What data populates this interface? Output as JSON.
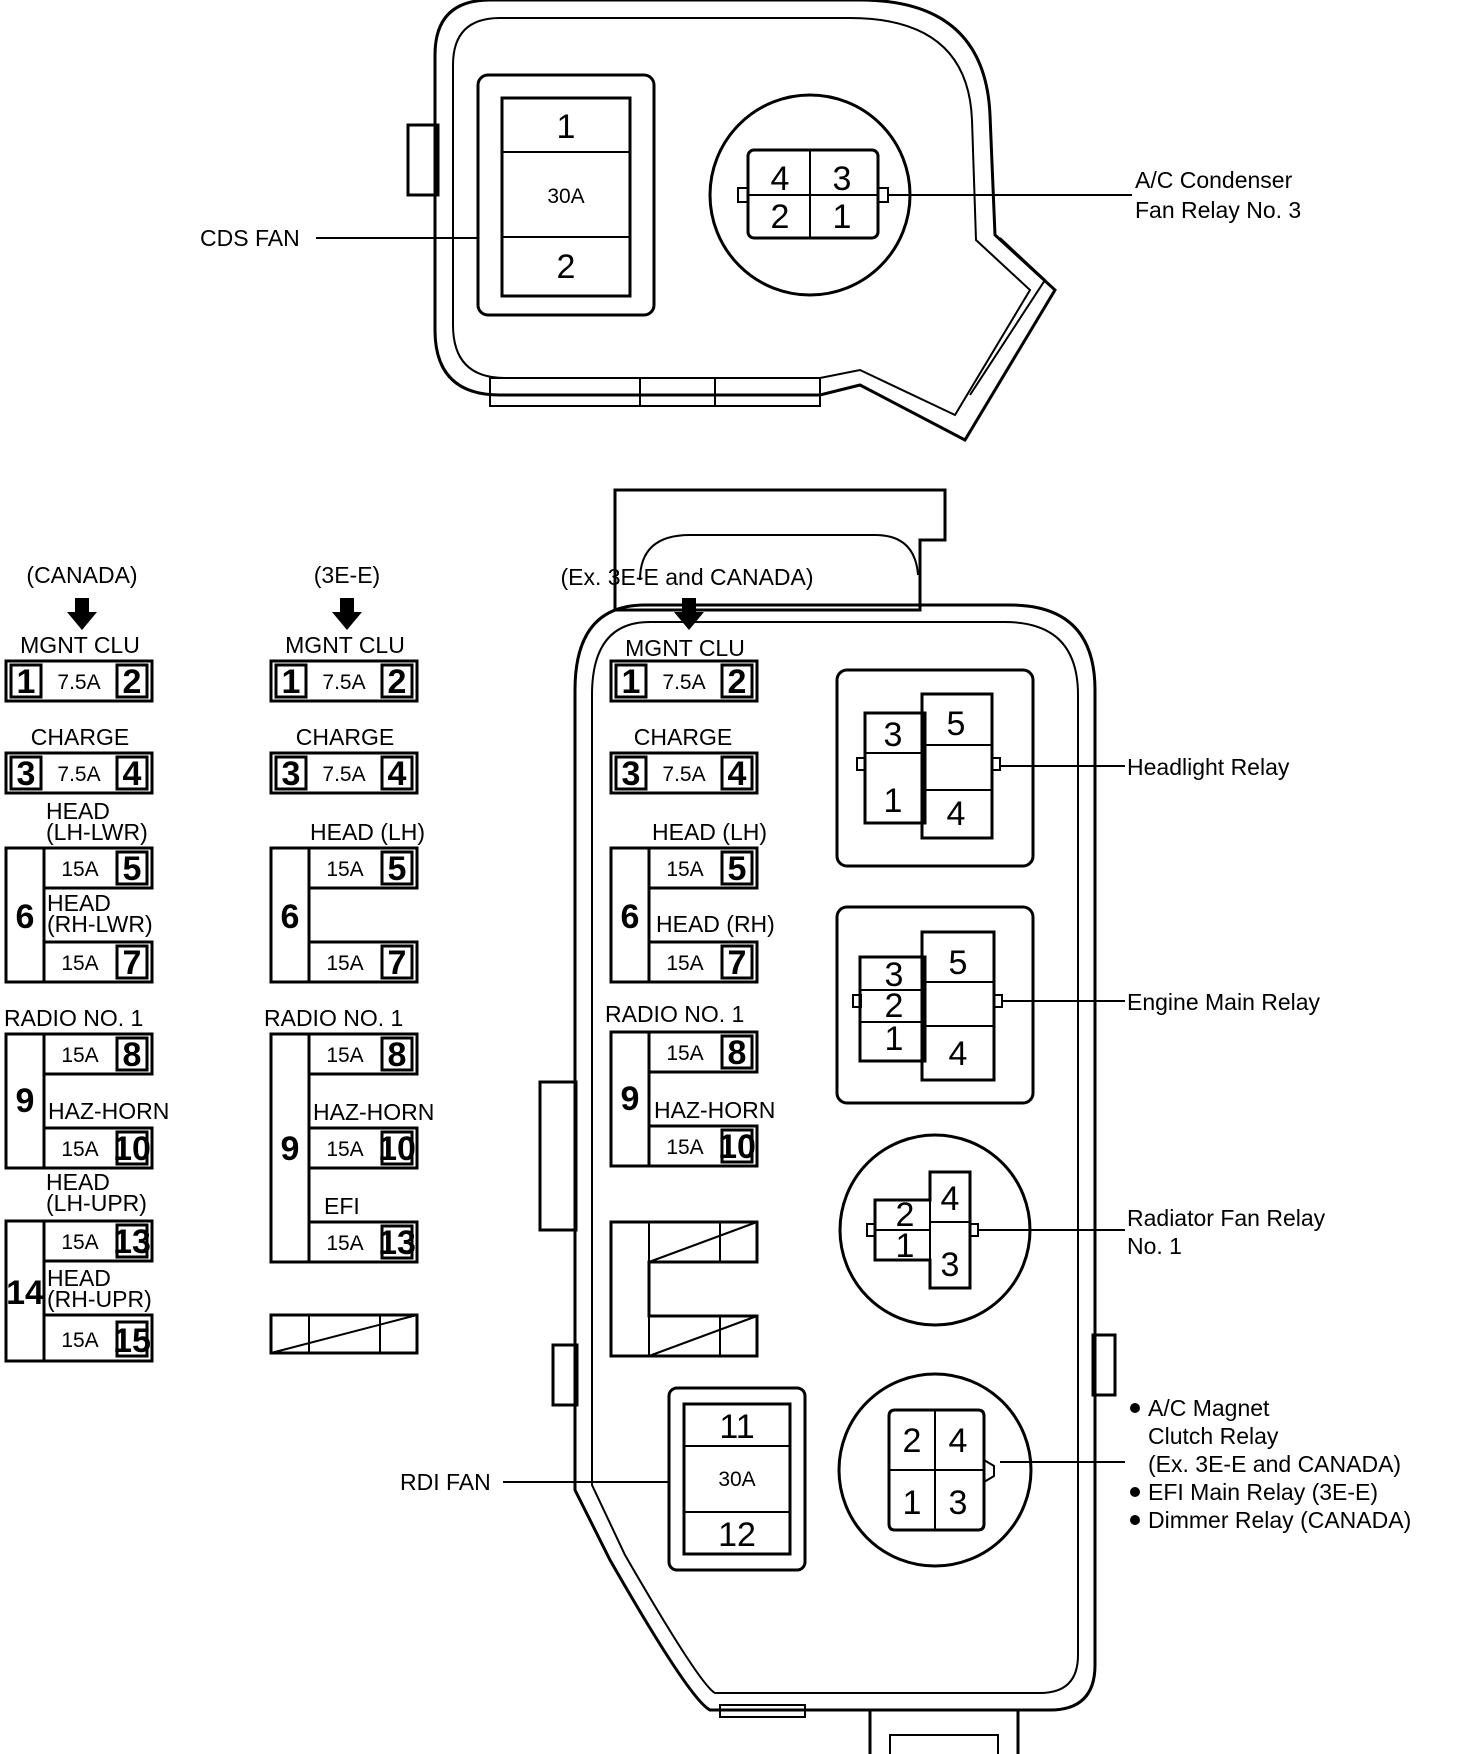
{
  "top_box": {
    "fuse_top": "1",
    "fuse_amp": "30A",
    "fuse_bottom": "2",
    "fuse_label": "CDS FAN",
    "relay_terminals": [
      "4",
      "3",
      "2",
      "1"
    ],
    "relay_label_line1": "A/C Condenser",
    "relay_label_line2": "Fan Relay No. 3"
  },
  "variants": {
    "canada_title": "(CANADA)",
    "e3e_title": "(3E-E)",
    "main_title": "(Ex. 3E-E and CANADA)"
  },
  "fuses": {
    "mgnt_label": "MGNT CLU",
    "charge_label": "CHARGE",
    "n1": "1",
    "n2": "2",
    "n3": "3",
    "n4": "4",
    "n5": "5",
    "n6": "6",
    "n7": "7",
    "n8": "8",
    "n9": "9",
    "n10": "10",
    "n13": "13",
    "n14": "14",
    "n15": "15",
    "a75": "7.5A",
    "a15": "15A",
    "head_lh_lwr_1": "HEAD",
    "head_lh_lwr_2": "(LH-LWR)",
    "head_rh_lwr_1": "HEAD",
    "head_rh_lwr_2": "(RH-LWR)",
    "head_lh_upr_1": "HEAD",
    "head_lh_upr_2": "(LH-UPR)",
    "head_rh_upr_1": "HEAD",
    "head_rh_upr_2": "(RH-UPR)",
    "head_lh": "HEAD (LH)",
    "head_rh": "HEAD (RH)",
    "radio": "RADIO NO. 1",
    "haz_horn": "HAZ-HORN",
    "efi": "EFI"
  },
  "main_box": {
    "headlight_relay": "Headlight Relay",
    "headlight_terminals": [
      "3",
      "1",
      "5",
      "4"
    ],
    "engine_main_relay": "Engine Main Relay",
    "engine_terminals": [
      "3",
      "2",
      "1",
      "5",
      "4"
    ],
    "radiator_relay_line1": "Radiator Fan Relay",
    "radiator_relay_line2": "No. 1",
    "radiator_terminals": [
      "2",
      "1",
      "4",
      "3"
    ],
    "round_relay_terminals": [
      "2",
      "4",
      "1",
      "3"
    ],
    "round_relay_notes": [
      "A/C Magnet",
      "Clutch Relay",
      "(Ex. 3E-E and CANADA)",
      "EFI Main Relay (3E-E)",
      "Dimmer Relay (CANADA)"
    ],
    "rdi_fuse_top": "11",
    "rdi_fuse_amp": "30A",
    "rdi_fuse_bottom": "12",
    "rdi_label": "RDI FAN"
  }
}
